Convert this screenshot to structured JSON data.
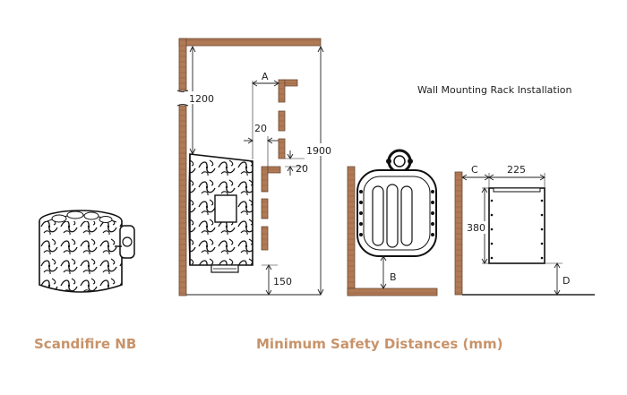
{
  "product_name": "Scandifire NB",
  "diagram_title": "Minimum Safety Distances (mm)",
  "wall_rack_title": "Wall Mounting Rack Installation",
  "dimensions": {
    "top_clearance": "1200",
    "total_height": "1900",
    "side_a": "A",
    "side_gap_1": "20",
    "side_gap_2": "20",
    "floor_gap": "150",
    "bottom_b": "B",
    "side_c": "C",
    "rack_width": "225",
    "rack_height": "380",
    "floor_d": "D"
  },
  "colors": {
    "wall": "#b07a55",
    "wall_stroke": "#6b4a34",
    "caption": "#c8936a",
    "line": "#222222"
  }
}
